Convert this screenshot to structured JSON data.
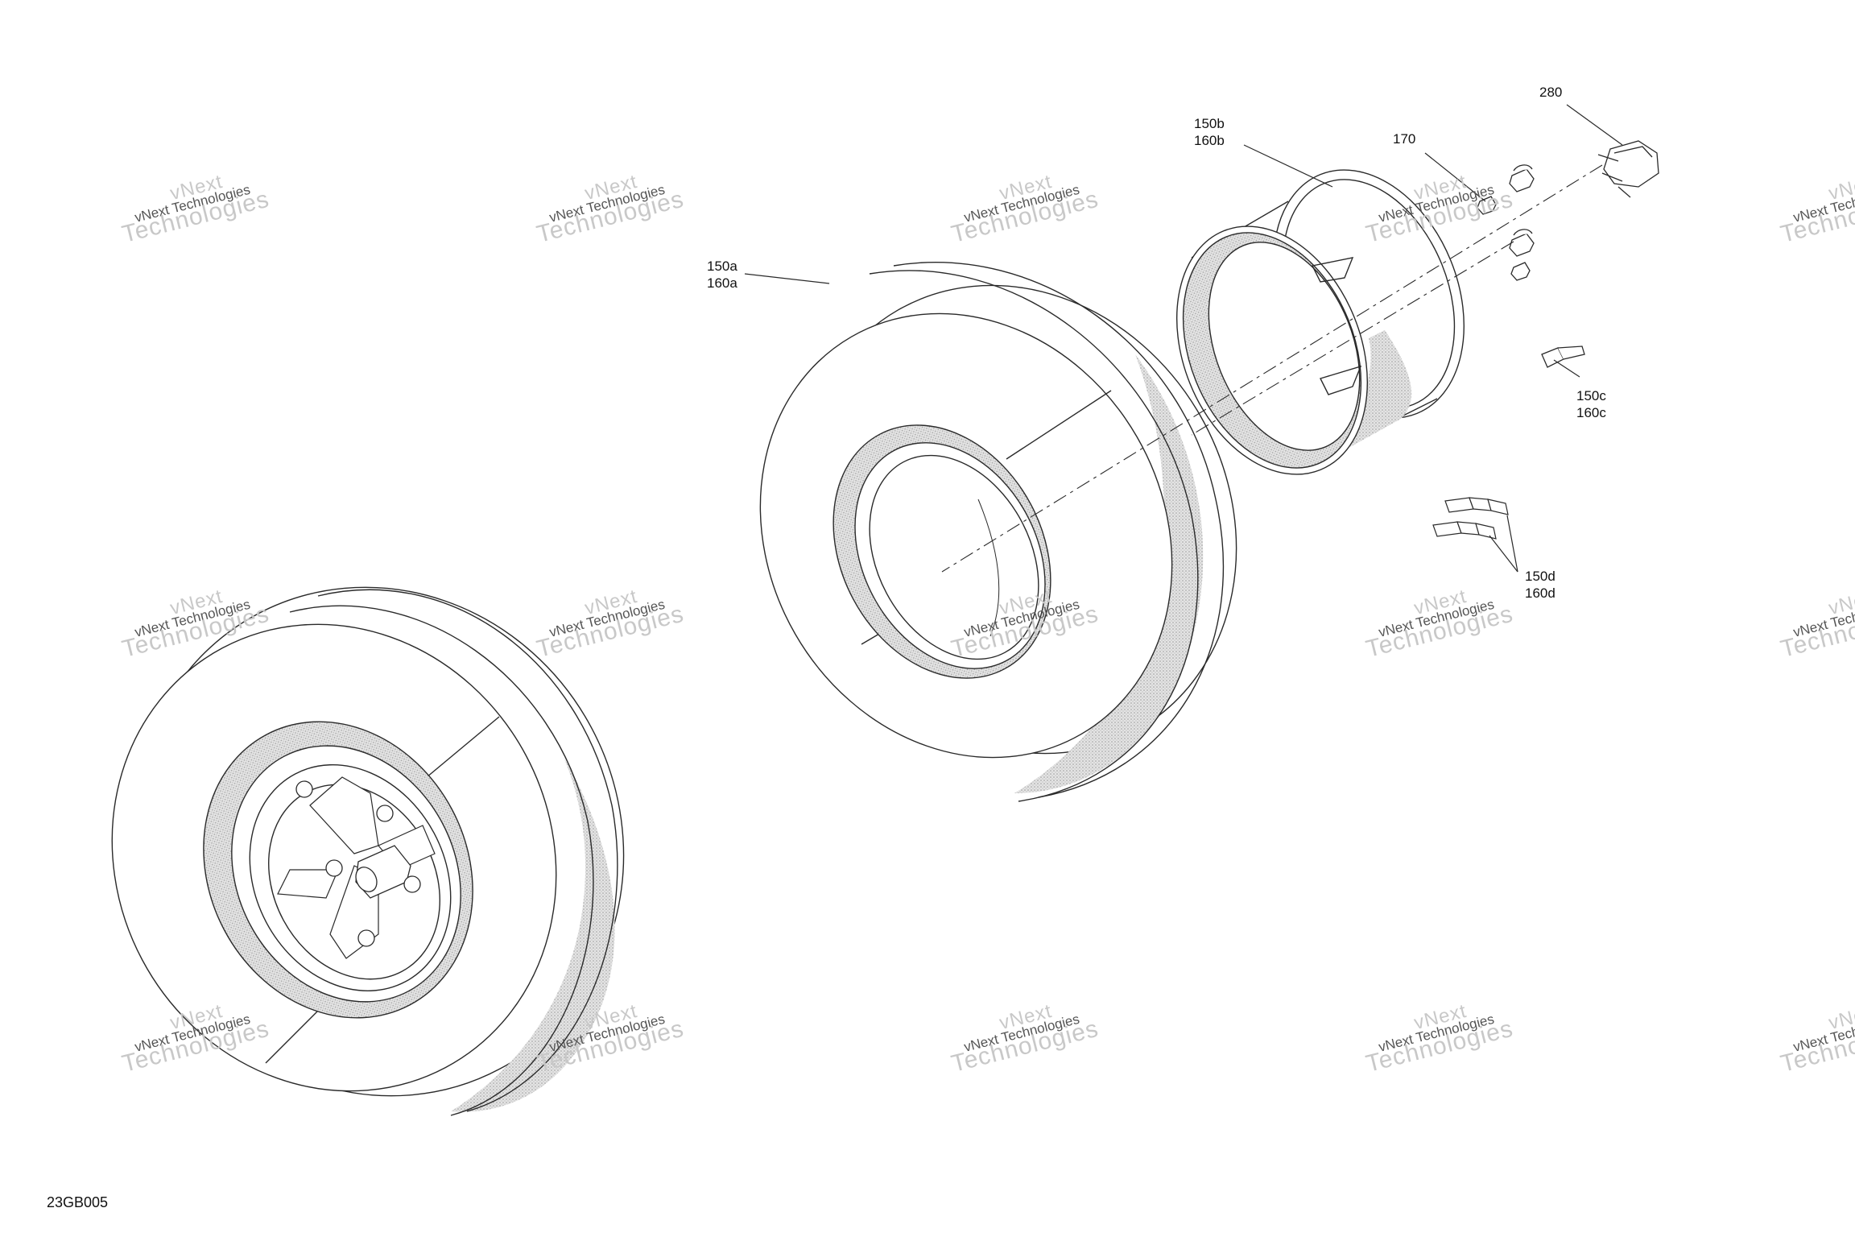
{
  "callouts": {
    "c150a": [
      "150a",
      "160a"
    ],
    "c150b": [
      "150b",
      "160b"
    ],
    "c150c": [
      "150c",
      "160c"
    ],
    "c150d": [
      "150d",
      "160d"
    ],
    "c170": "170",
    "c280": "280"
  },
  "drawing_id": "23GB005",
  "watermark": {
    "line1": "vNext",
    "line2": "vNext Technologies",
    "line3": "Technologies"
  },
  "colors": {
    "line": "#2a2a2a",
    "shade": "#cfcfcf",
    "watermark": "#c8c8c8"
  }
}
